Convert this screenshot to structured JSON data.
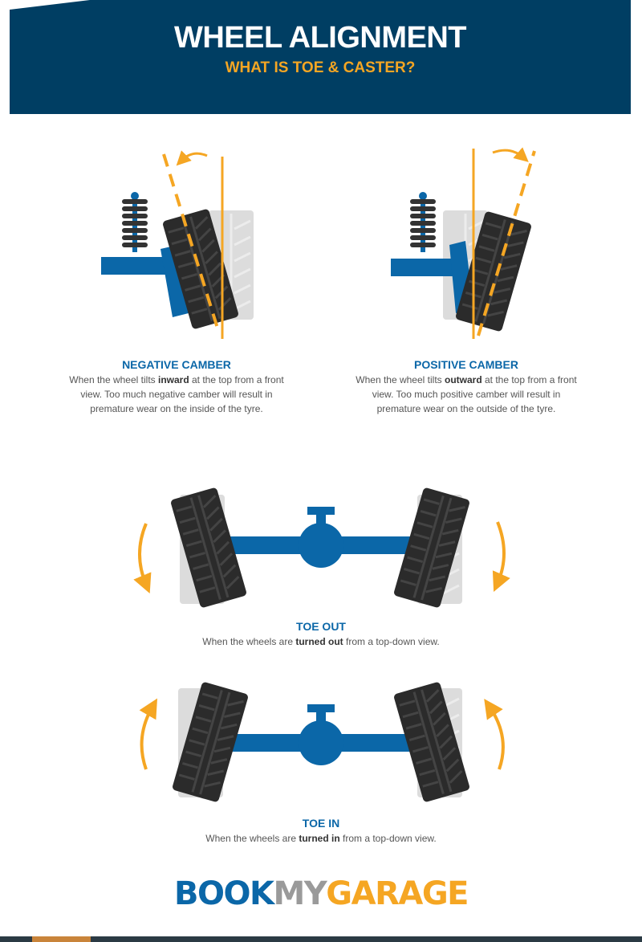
{
  "header": {
    "title": "WHEEL ALIGNMENT",
    "subtitle": "WHAT IS TOE & CASTER?"
  },
  "sections": {
    "negative_camber": {
      "title": "NEGATIVE CAMBER",
      "pre": "When the wheel tilts ",
      "bold": "inward",
      "post": " at the top from a front view. Too much negative camber will result in premature wear on the inside of the tyre."
    },
    "positive_camber": {
      "title": "POSITIVE CAMBER",
      "pre": "When the wheel tilts ",
      "bold": "outward",
      "post": " at the top from a front view. Too much positive camber will result in premature wear on the outside of the tyre."
    },
    "toe_out": {
      "title": "TOE OUT",
      "pre": "When the wheels are ",
      "bold": "turned out",
      "post": " from a top-down view."
    },
    "toe_in": {
      "title": "TOE IN",
      "pre": "When the wheels are ",
      "bold": "turned in",
      "post": " from a top-down view."
    }
  },
  "logo": {
    "book": "BOOK",
    "my": "MY",
    "garage": "GARAGE"
  },
  "colors": {
    "navy": "#003e63",
    "orange": "#f5a623",
    "blue": "#0b67a8",
    "tyre": "#2b2b2b",
    "ghost": "#d9d9d9"
  }
}
